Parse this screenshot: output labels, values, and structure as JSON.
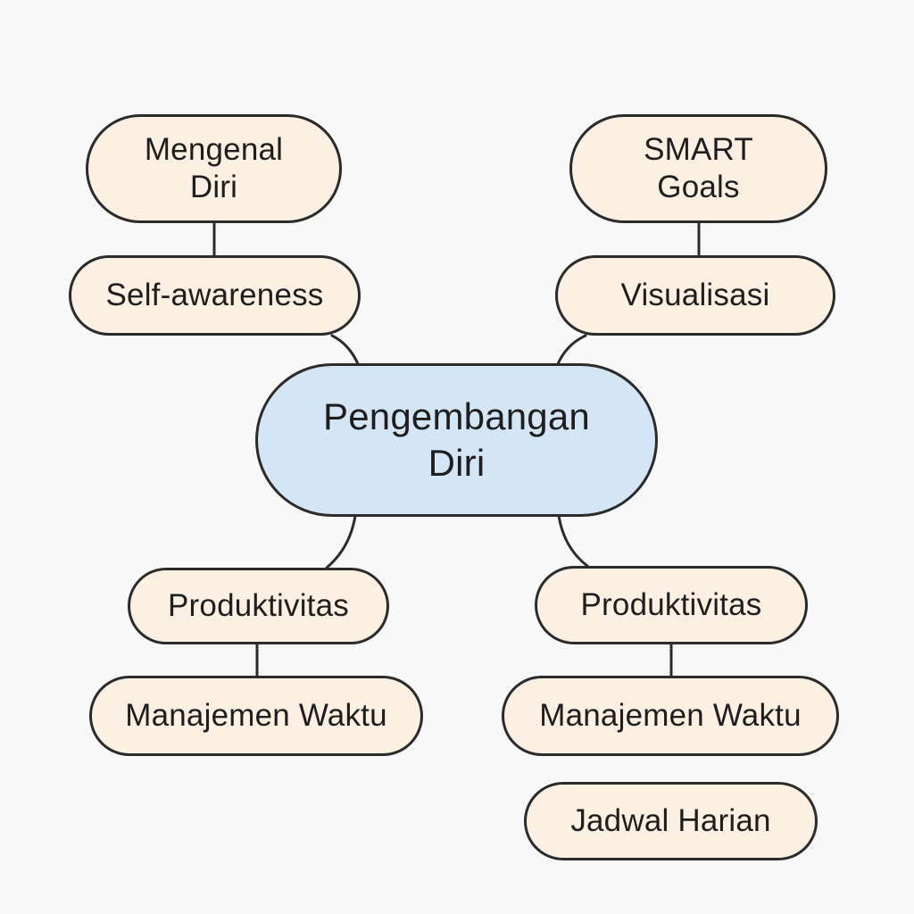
{
  "center": {
    "label": "Pengembangan\nDiri"
  },
  "branches": {
    "top_left": {
      "parent": "Mengenal\nDiri",
      "child": "Self-awareness"
    },
    "top_right": {
      "parent": "SMART\nGoals",
      "child": "Visualisasi"
    },
    "bottom_left": {
      "parent": "Produktivitas",
      "child": "Manajemen Waktu"
    },
    "bottom_right": {
      "parent": "Produktivitas",
      "child": "Manajemen Waktu",
      "extra": "Jadwal Harian"
    }
  },
  "colors": {
    "background": "#f8f8f8",
    "node_fill": "#fcf0e3",
    "center_fill": "#d4e6f6",
    "outline": "#2b2b2b"
  }
}
